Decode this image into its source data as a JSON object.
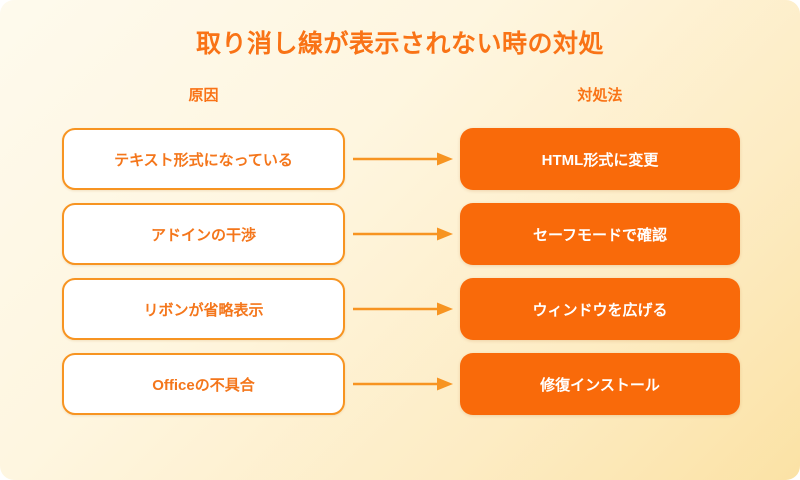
{
  "page": {
    "title": "取り消し線が表示されない時の対処",
    "background_start": "#fef6e0",
    "background_end": "#fbe2a5",
    "accent_color": "#f97316",
    "solution_fill": "#f96a0a",
    "card_border_color": "#f79421",
    "card_fill": "#ffffff"
  },
  "columns": {
    "cause_header": "原因",
    "solution_header": "対処法"
  },
  "rows": [
    {
      "cause": "テキスト形式になっている",
      "solution": "HTML形式に変更",
      "arrow": "arrow-right-icon"
    },
    {
      "cause": "アドインの干渉",
      "solution": "セーフモードで確認",
      "arrow": "arrow-right-icon"
    },
    {
      "cause": "リボンが省略表示",
      "solution": "ウィンドウを広げる",
      "arrow": "arrow-right-icon"
    },
    {
      "cause": "Officeの不具合",
      "solution": "修復インストール",
      "arrow": "arrow-right-icon"
    }
  ]
}
